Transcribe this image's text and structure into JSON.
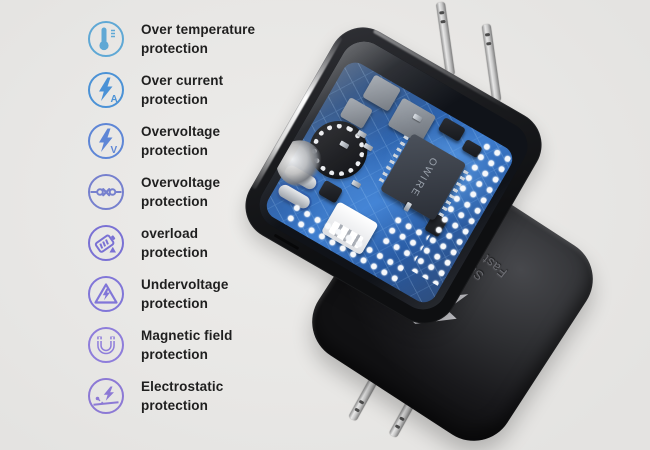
{
  "page": {
    "background": "#e8e7e5"
  },
  "feature_list": {
    "text_color": "#1f1f1f",
    "items": [
      {
        "icon": "thermometer",
        "color": "#5fa8d5",
        "line1": "Over temperature",
        "line2": "protection"
      },
      {
        "icon": "lightning-amp",
        "color": "#4b92d6",
        "icon_letter": "A",
        "line1": "Over current",
        "line2": "protection"
      },
      {
        "icon": "lightning-volt",
        "color": "#5e86d6",
        "icon_letter": "V",
        "line1": "Overvoltage",
        "line2": "protection"
      },
      {
        "icon": "short-circuit",
        "color": "#7680ce",
        "line1": "Overvoltage",
        "line2": "protection"
      },
      {
        "icon": "battery-overload",
        "color": "#7a71d4",
        "line1": "overload",
        "line2": "protection"
      },
      {
        "icon": "undervoltage-warning",
        "color": "#8176d8",
        "line1": "Undervoltage",
        "line2": "protection"
      },
      {
        "icon": "magnet",
        "color": "#8e7ddb",
        "line1": "Magnetic field",
        "line2": "protection"
      },
      {
        "icon": "electrostatic-discharge",
        "color": "#8c79d5",
        "line1": "Electrostatic",
        "line2": "protection"
      }
    ]
  },
  "transparent_charger": {
    "chip_label": "OWIRE",
    "pcb_color": "#2f6fc0",
    "body_color": "#17181b"
  },
  "black_charger": {
    "brand_line1": "Super",
    "brand_line2": "Fast Charg",
    "logo": "lightning-bolt",
    "body_color": "#232326",
    "text_color": "#6d6e74"
  }
}
